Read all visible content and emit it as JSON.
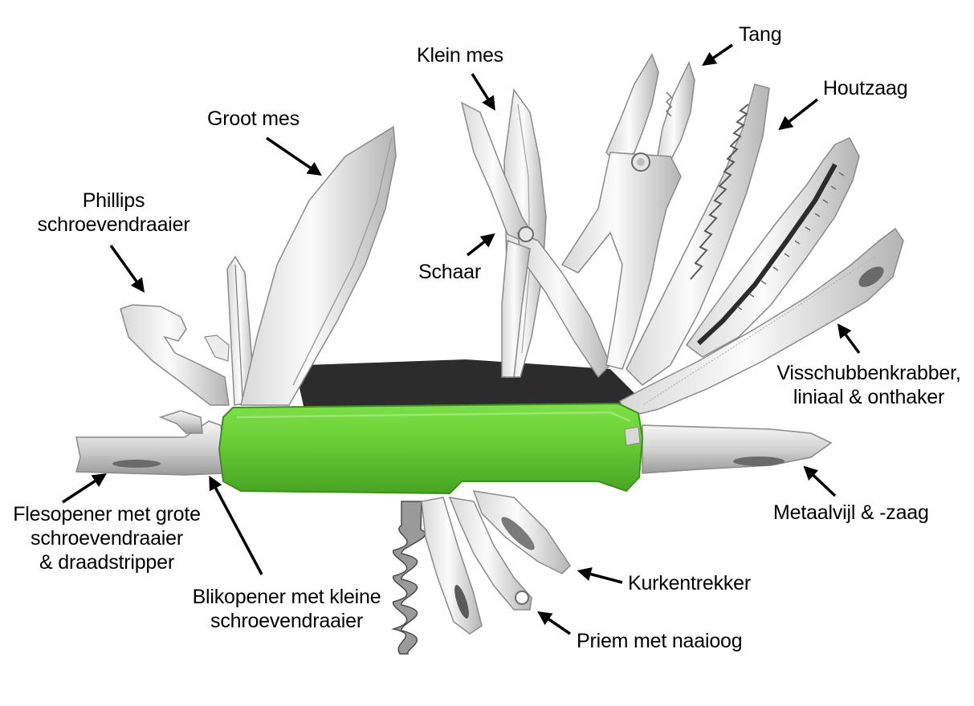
{
  "colors": {
    "handle": "#6cd236",
    "handle_dark": "#3e8f1c",
    "steel_light": "#f4f4f4",
    "steel_mid": "#c4c4c4",
    "steel_dark": "#6a6a6a",
    "frame_dark": "#2c2c2c",
    "text": "#000000"
  },
  "labels": {
    "groot_mes": "Groot mes",
    "klein_mes": "Klein mes",
    "tang": "Tang",
    "houtzaag": "Houtzaag",
    "phillips": [
      "Phillips",
      "schroevendraaier"
    ],
    "schaar": "Schaar",
    "visschubben": [
      "Visschubbenkrabber,",
      "liniaal & onthaker"
    ],
    "metaalvijl": "Metaalvijl & -zaag",
    "flesopener": [
      "Flesopener met grote",
      "schroevendraaier",
      "& draadstripper"
    ],
    "blikopener": [
      "Blikopener met kleine",
      "schroevendraaier"
    ],
    "kurkentrekker": "Kurkentrekker",
    "priem": "Priem met naaioog"
  }
}
